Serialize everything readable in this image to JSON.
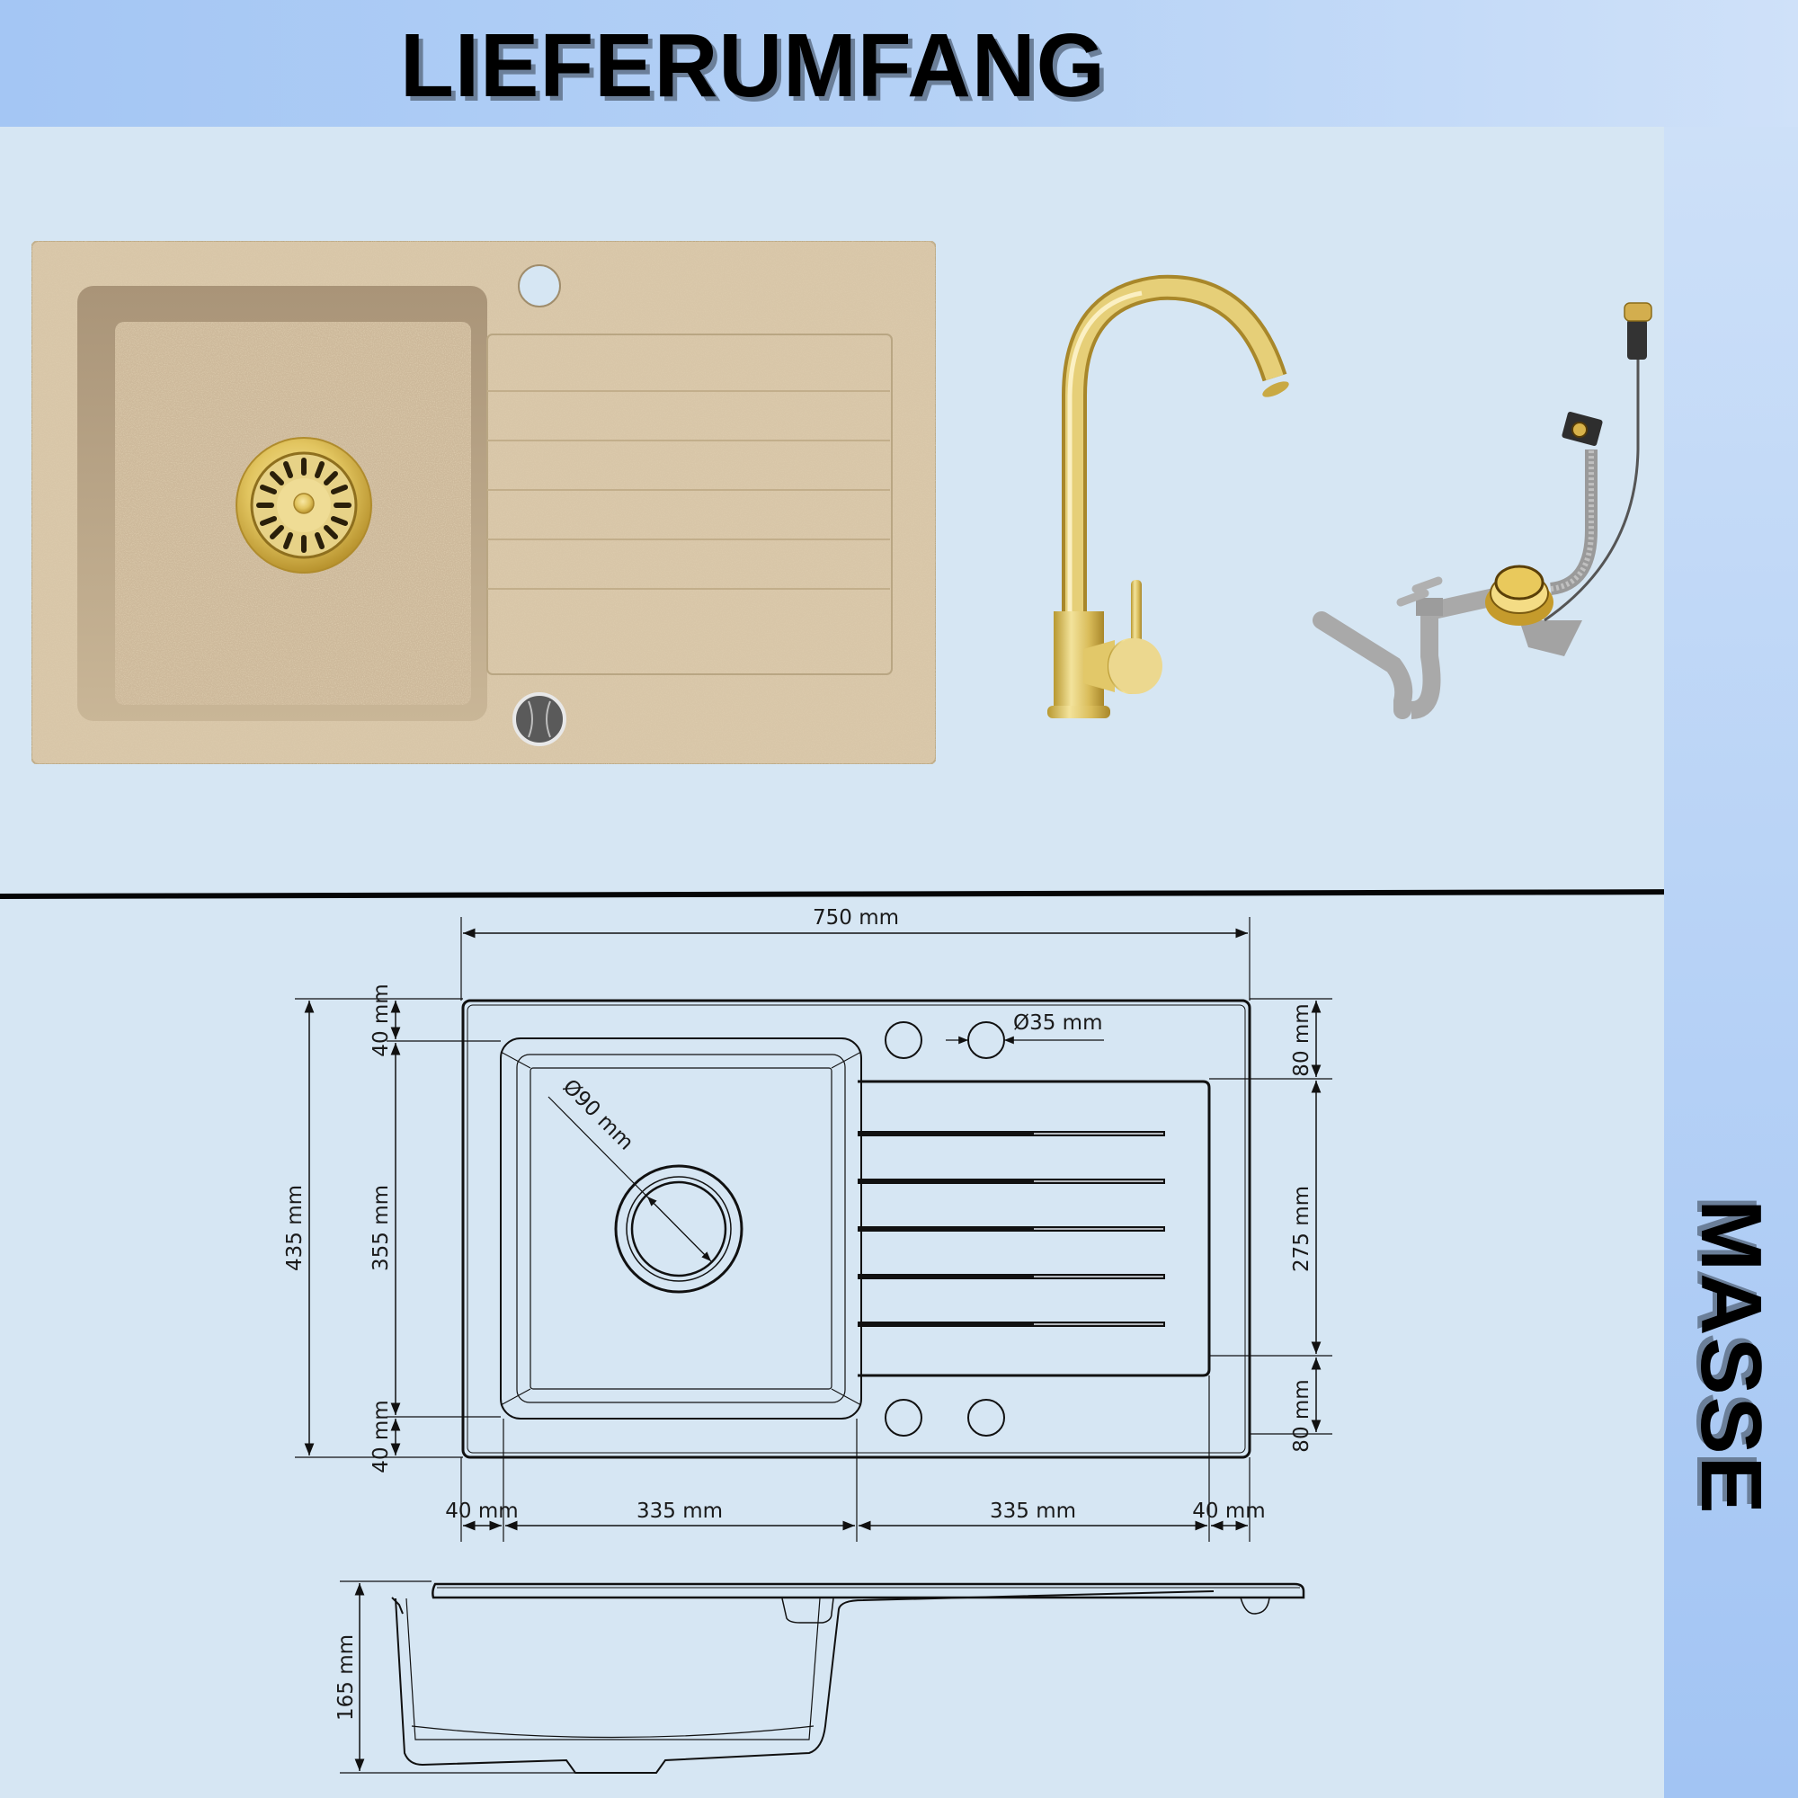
{
  "header": {
    "title": "LIEFERUMFANG"
  },
  "side_panel": {
    "title": "MASSE"
  },
  "products": [
    {
      "name": "granite-sink",
      "color": "beige"
    },
    {
      "name": "kitchen-faucet",
      "color": "gold"
    },
    {
      "name": "drain-siphon-set",
      "color": "gold"
    }
  ],
  "drawing": {
    "top_view": {
      "width_total": "750 mm",
      "height_total": "435 mm",
      "basin_height": "355 mm",
      "left_top_margin": "40 mm",
      "left_bottom_margin": "40 mm",
      "right_top_margin": "80 mm",
      "drainboard_height": "275 mm",
      "right_bottom_margin": "80 mm",
      "bottom_left_margin": "40 mm",
      "basin_width": "335 mm",
      "drainboard_width": "335 mm",
      "bottom_right_margin": "40 mm",
      "tap_hole_diameter": "Ø35 mm",
      "drain_diameter": "Ø90 mm"
    },
    "side_view": {
      "depth": "165 mm"
    }
  },
  "colors": {
    "header_bg_start": "#a4c6f4",
    "header_bg_end": "#cfe1f9",
    "main_bg": "#d6e6f3",
    "side_bg_top": "#cde0f8",
    "side_bg_bottom": "#a2c4f3",
    "sink_beige": "#d8c6a8",
    "gold": "#d9bc5a"
  }
}
